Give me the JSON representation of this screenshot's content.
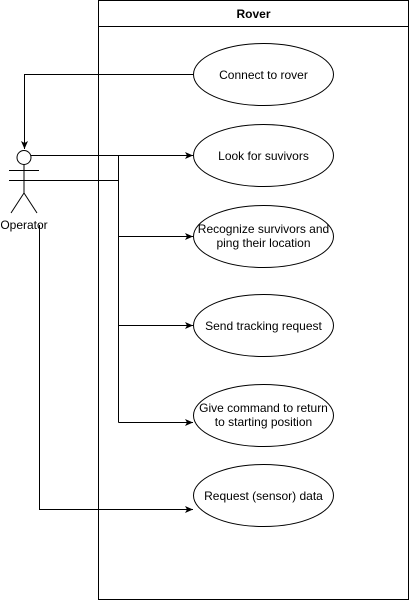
{
  "system": {
    "title": "Rover"
  },
  "actor": {
    "name": "Operator"
  },
  "use_cases": [
    {
      "lines": [
        "Connect to rover"
      ]
    },
    {
      "lines": [
        "Look for suvivors"
      ]
    },
    {
      "lines": [
        "Recognize survivors and",
        "ping their location"
      ]
    },
    {
      "lines": [
        "Send tracking request"
      ]
    },
    {
      "lines": [
        "Give command to return",
        "to starting position"
      ]
    },
    {
      "lines": [
        "Request (sensor) data"
      ]
    }
  ],
  "colors": {
    "stroke": "#000000",
    "fill": "#ffffff"
  }
}
